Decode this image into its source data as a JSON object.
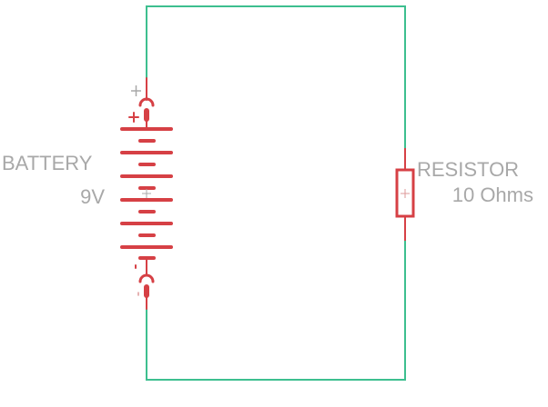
{
  "battery": {
    "name": "BATTERY",
    "value": "9V",
    "plus": "+",
    "minus": "-"
  },
  "resistor": {
    "name": "RESISTOR",
    "value": "10 Ohms"
  },
  "colors": {
    "wire": "#3dbf8f",
    "component": "#d64045",
    "label": "#a8a8a8"
  }
}
